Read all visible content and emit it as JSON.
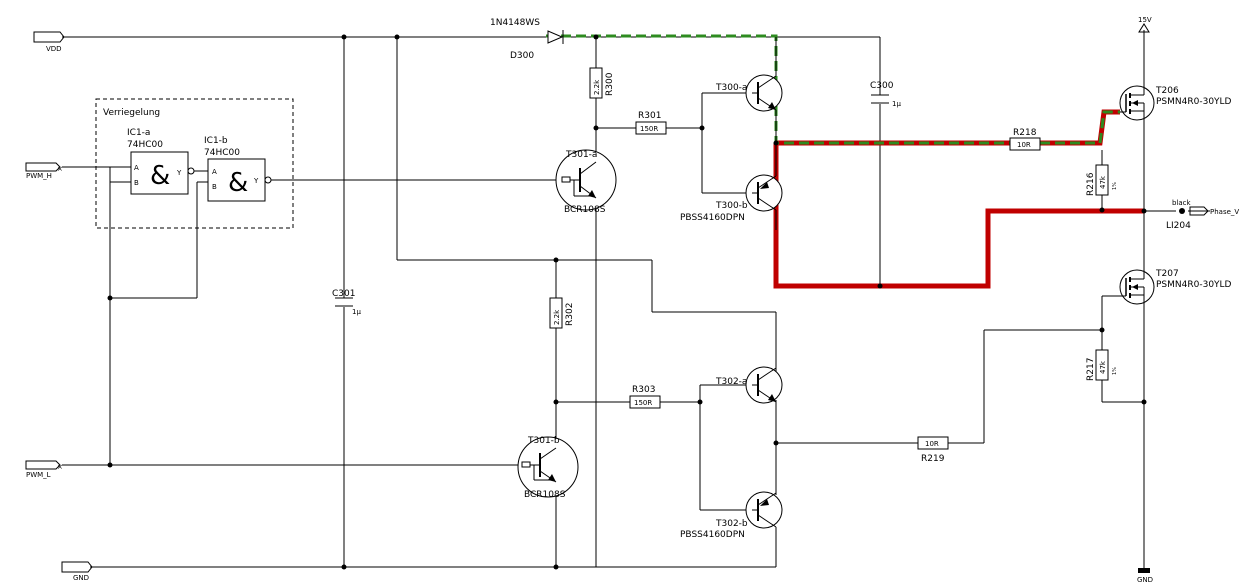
{
  "ports": {
    "vdd": "VDD",
    "gnd": "GND",
    "pwm_h": "PWM_H",
    "pwm_l": "PWM_L",
    "phase_v": "Phase_V",
    "supply_15v": "15V",
    "gnd_right": "GND"
  },
  "interlock": {
    "title": "Verriegelung",
    "ic1a": {
      "name": "IC1-a",
      "part": "74HC00",
      "symbol": "&",
      "pin_a": "A",
      "pin_b": "B",
      "pin_y": "Y"
    },
    "ic1b": {
      "name": "IC1-b",
      "part": "74HC00",
      "symbol": "&",
      "pin_a": "A",
      "pin_b": "B",
      "pin_y": "Y"
    }
  },
  "components": {
    "d300": {
      "name": "D300",
      "part": "1N4148WS"
    },
    "r300": {
      "name": "R300",
      "value": "2.2k"
    },
    "r301": {
      "name": "R301",
      "value": "150R"
    },
    "r302": {
      "name": "R302",
      "value": "2.2k"
    },
    "r303": {
      "name": "R303",
      "value": "150R"
    },
    "r216": {
      "name": "R216",
      "value": "47k",
      "tol": "1%"
    },
    "r217": {
      "name": "R217",
      "value": "47k",
      "tol": "1%"
    },
    "r218": {
      "name": "R218",
      "value": "10R"
    },
    "r219": {
      "name": "R219",
      "value": "10R"
    },
    "c300": {
      "name": "C300",
      "value": "1µ"
    },
    "c301": {
      "name": "C301",
      "value": "1µ"
    },
    "t300a": {
      "name": "T300-a"
    },
    "t300b": {
      "name": "T300-b",
      "part": "PBSS4160DPN"
    },
    "t301a": {
      "name": "T301-a",
      "part": "BCR108S"
    },
    "t301b": {
      "name": "T301-b",
      "part": "BCR108S"
    },
    "t302a": {
      "name": "T302-a"
    },
    "t302b": {
      "name": "T302-b",
      "part": "PBSS4160DPN"
    },
    "t206": {
      "name": "T206",
      "part": "PSMN4R0-30YLD"
    },
    "t207": {
      "name": "T207",
      "part": "PSMN4R0-30YLD"
    },
    "li204": {
      "name": "LI204",
      "net": "black"
    }
  },
  "colors": {
    "highlight_green": "#2e8b20",
    "highlight_red": "#c00000",
    "wire": "#000000"
  }
}
